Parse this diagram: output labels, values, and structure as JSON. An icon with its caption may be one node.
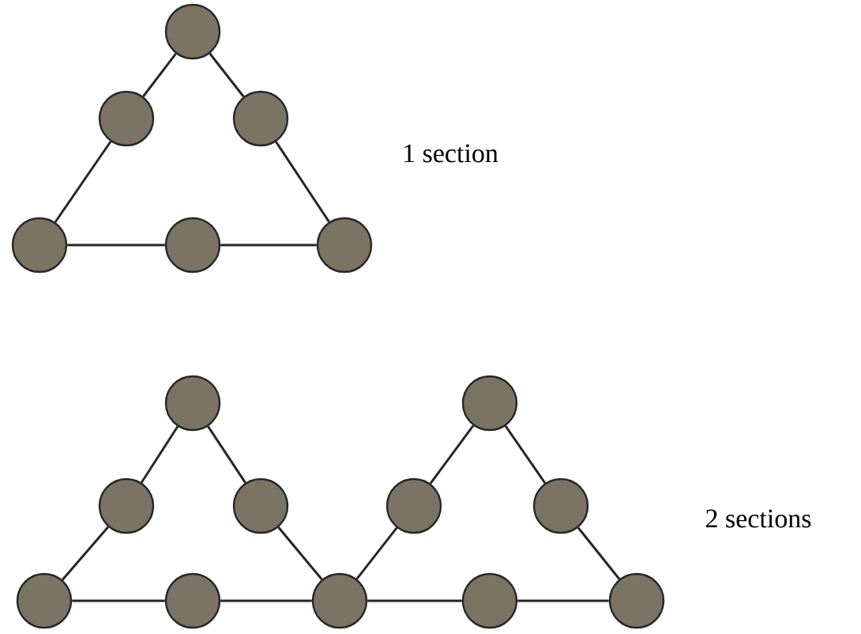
{
  "diagram": {
    "nodes": [
      {
        "text": [],
        "shape": "circle"
      },
      {
        "text": [],
        "shape": "circle"
      },
      {
        "text": [],
        "shape": "circle"
      },
      {
        "text": [],
        "shape": "circle"
      },
      {
        "text": [],
        "shape": "circle"
      },
      {
        "text": [],
        "shape": "circle"
      },
      {
        "text": [],
        "shape": "circle"
      },
      {
        "text": [],
        "shape": "circle"
      },
      {
        "text": [],
        "shape": "circle"
      },
      {
        "text": [],
        "shape": "circle"
      },
      {
        "text": [],
        "shape": "circle"
      },
      {
        "text": [],
        "shape": "circle"
      },
      {
        "text": [],
        "shape": "circle"
      },
      {
        "text": [],
        "shape": "circle"
      },
      {
        "text": [],
        "shape": "circle"
      },
      {
        "text": [],
        "shape": "circle"
      },
      {
        "text": [],
        "shape": "circle"
      }
    ],
    "edges": [
      {
        "from": 0,
        "to": 1,
        "arrow": "none"
      },
      {
        "from": 0,
        "to": 2,
        "arrow": "none"
      },
      {
        "from": 1,
        "to": 3,
        "arrow": "none"
      },
      {
        "from": 2,
        "to": 5,
        "arrow": "none"
      },
      {
        "from": 3,
        "to": 4,
        "arrow": "none"
      },
      {
        "from": 4,
        "to": 5,
        "arrow": "none"
      },
      {
        "from": 6,
        "to": 8,
        "arrow": "none"
      },
      {
        "from": 6,
        "to": 9,
        "arrow": "none"
      },
      {
        "from": 8,
        "to": 12,
        "arrow": "none"
      },
      {
        "from": 9,
        "to": 14,
        "arrow": "none"
      },
      {
        "from": 7,
        "to": 10,
        "arrow": "none"
      },
      {
        "from": 7,
        "to": 11,
        "arrow": "none"
      },
      {
        "from": 10,
        "to": 14,
        "arrow": "none"
      },
      {
        "from": 11,
        "to": 16,
        "arrow": "none"
      },
      {
        "from": 12,
        "to": 13,
        "arrow": "none"
      },
      {
        "from": 13,
        "to": 14,
        "arrow": "none"
      },
      {
        "from": 14,
        "to": 15,
        "arrow": "none"
      },
      {
        "from": 15,
        "to": 16,
        "arrow": "none"
      }
    ],
    "labels": [
      "1 section",
      "2 sections"
    ]
  }
}
